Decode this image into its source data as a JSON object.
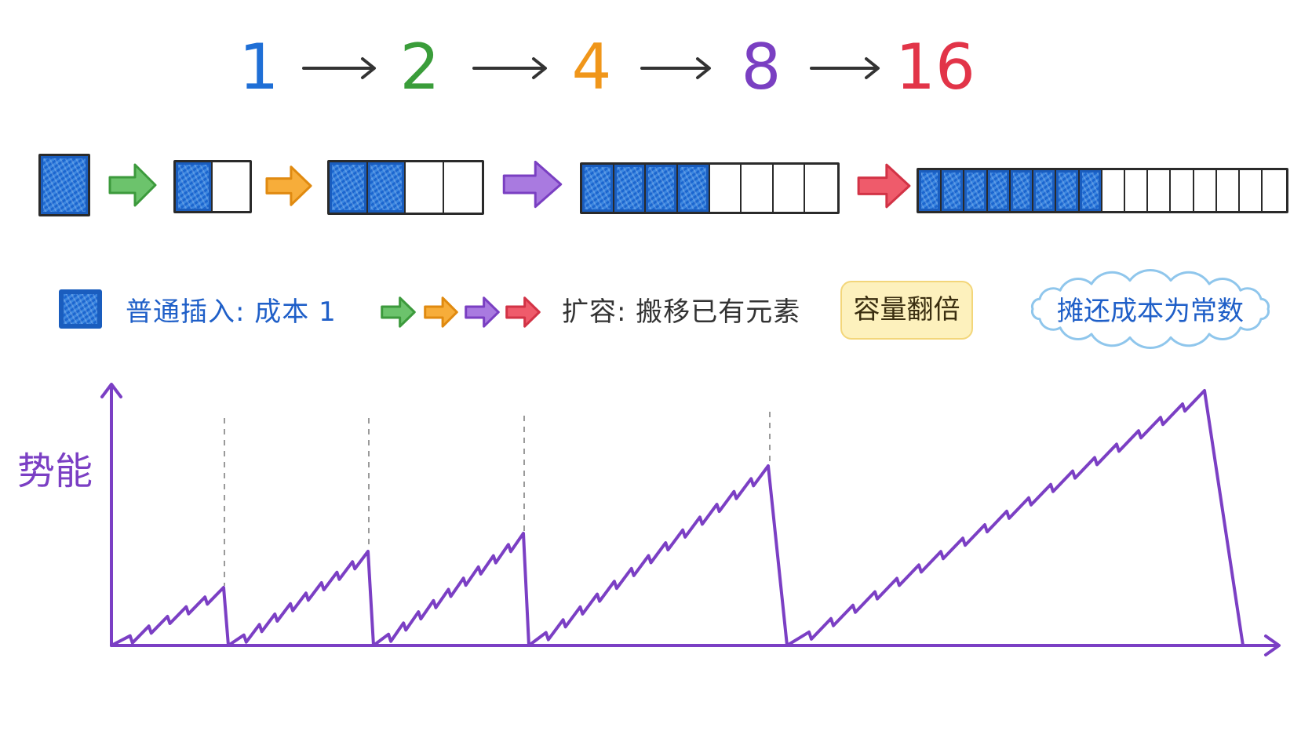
{
  "sequence": {
    "items": [
      {
        "value": "1",
        "color": "#1f6fd6"
      },
      {
        "value": "2",
        "color": "#3a9d3a"
      },
      {
        "value": "4",
        "color": "#f0961a"
      },
      {
        "value": "8",
        "color": "#7a3fc2"
      },
      {
        "value": "16",
        "color": "#e23448"
      }
    ],
    "arrow_color": "#333333"
  },
  "arrays": [
    {
      "capacity": 1,
      "filled": 1
    },
    {
      "capacity": 2,
      "filled": 1
    },
    {
      "capacity": 4,
      "filled": 2
    },
    {
      "capacity": 8,
      "filled": 4
    },
    {
      "capacity": 16,
      "filled": 8
    }
  ],
  "transition_arrows": [
    {
      "icon": "green-arrow-icon",
      "fill": "#6cc36c",
      "stroke": "#3c9a3c"
    },
    {
      "icon": "orange-arrow-icon",
      "fill": "#f7ad3a",
      "stroke": "#e08a10"
    },
    {
      "icon": "purple-arrow-icon",
      "fill": "#a97ae0",
      "stroke": "#7a3fc2"
    },
    {
      "icon": "red-arrow-icon",
      "fill": "#ef5b6b",
      "stroke": "#d23346"
    }
  ],
  "legend": {
    "insert_label": "普通插入: 成本 1",
    "insert_color": "#1f5fc8",
    "expand_label": "扩容: 搬移已有元素",
    "expand_color": "#333333",
    "double_label": "容量翻倍",
    "amortized_label": "摊还成本为常数",
    "amortized_color": "#1f5fc8",
    "cloud_stroke": "#8fc6ec"
  },
  "potential": {
    "ylabel": "势能",
    "color": "#7b3fc4",
    "boundary_color": "#9a9a9a"
  }
}
